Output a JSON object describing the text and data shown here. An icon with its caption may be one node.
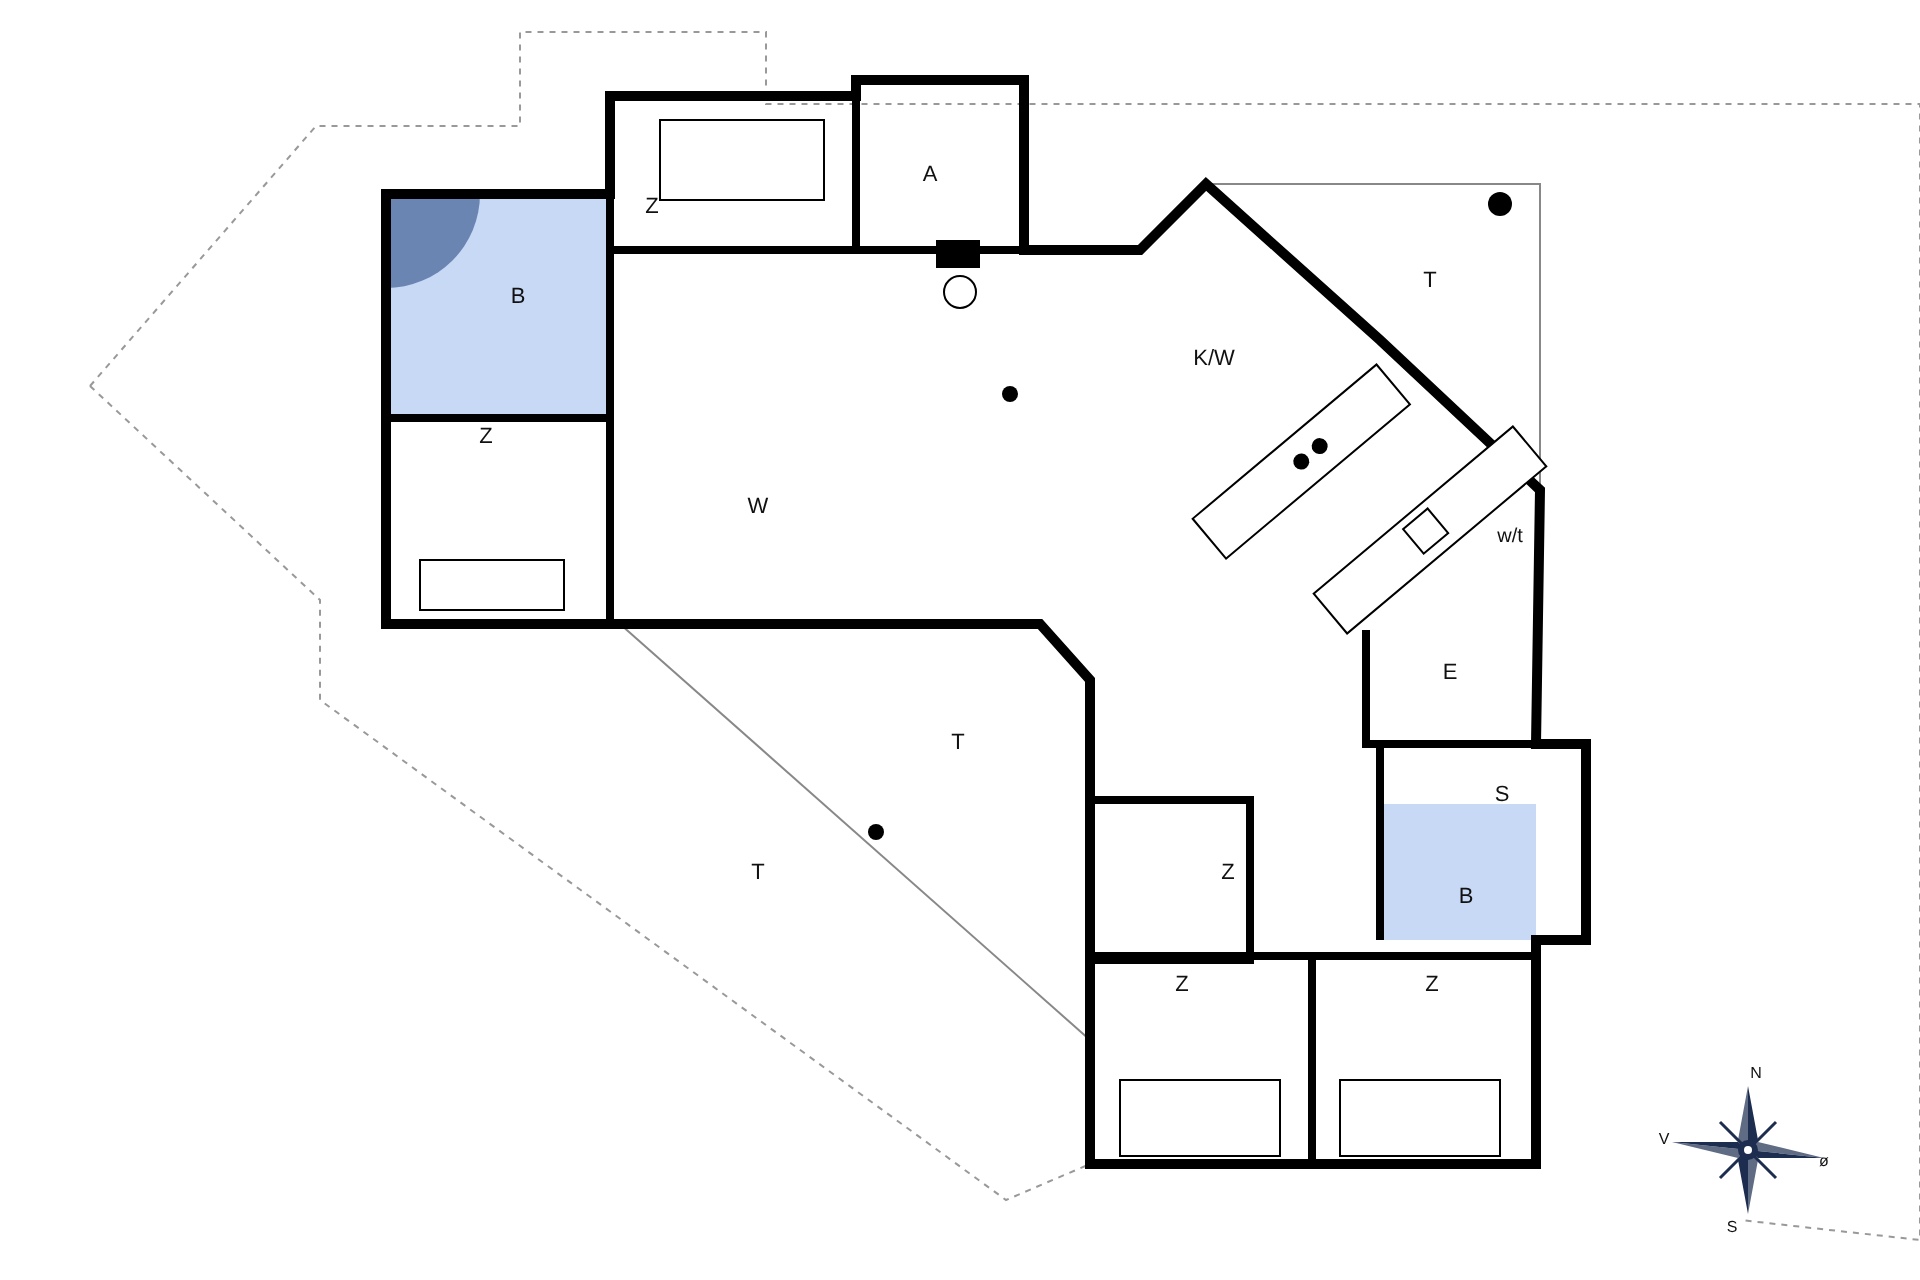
{
  "diagram": {
    "labels": [
      "A",
      "Z",
      "T",
      "B",
      "K/W",
      "Z",
      "W",
      "w/t",
      "E",
      "T",
      "S",
      "Z",
      "T",
      "B",
      "Z",
      "Z",
      "N",
      "V",
      "ø",
      "S"
    ]
  }
}
